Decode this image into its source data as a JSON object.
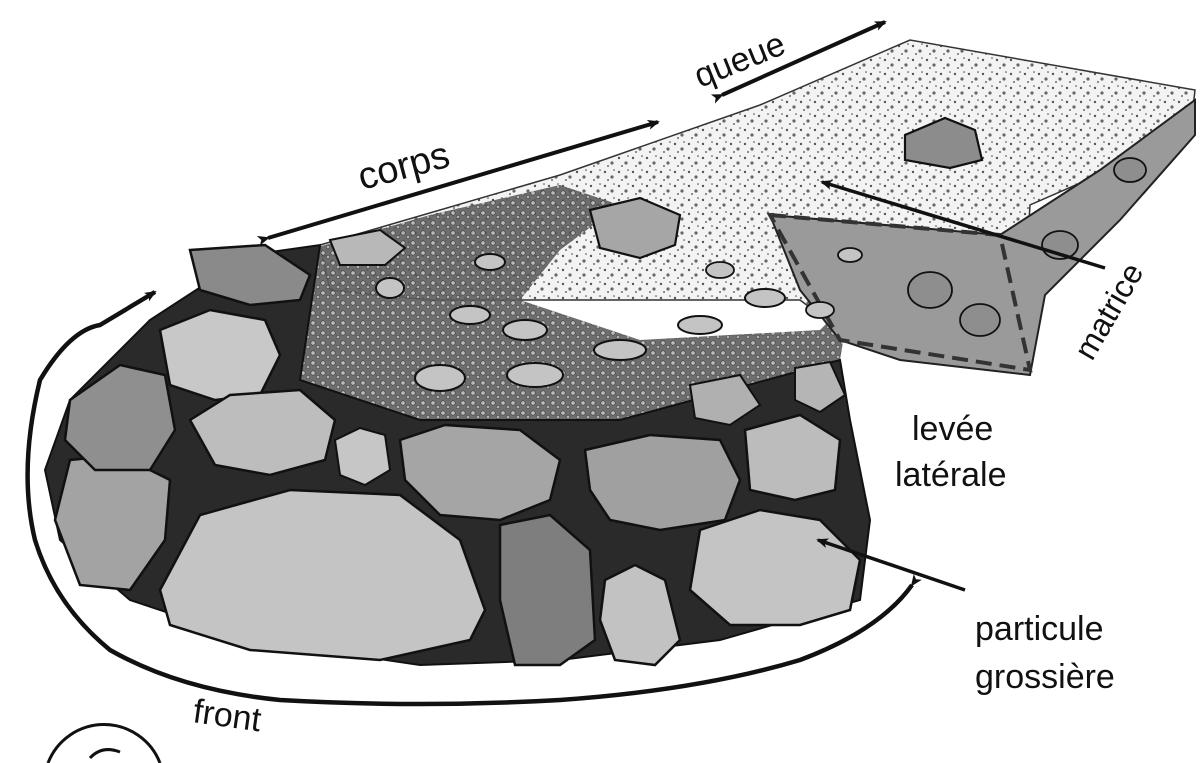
{
  "labels": {
    "queue": "queue",
    "corps": "corps",
    "matrice": "matrice",
    "levee_line1": "levée",
    "levee_line2": "latérale",
    "particule_line1": "particule",
    "particule_line2": "grossière",
    "front": "front"
  },
  "colors": {
    "ink": "#111111",
    "boulder_light": "#c4c4c4",
    "boulder_mid": "#9c9c9c",
    "boulder_dark": "#7e7e7e",
    "matrix": "#f1f1f1",
    "gravel": "#5a5a5a"
  }
}
